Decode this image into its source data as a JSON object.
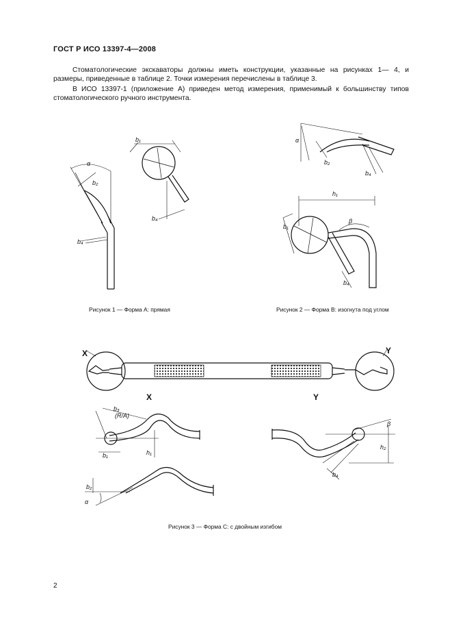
{
  "header": {
    "standard": "ГОСТ Р ИСО 13397-4—2008"
  },
  "paragraphs": [
    "Стоматологические экскаваторы должны иметь конструкции, указанные на рисунках 1— 4, и размеры, приведенные в таблице 2. Точки измерения перечислены в таблице 3.",
    "В ИСО 13397-1 (приложение А) приведен метод измерения, применимый к большинству типов стоматологического ручного инструмента."
  ],
  "figures": {
    "fig1": {
      "caption": "Рисунок 1 — Форма А: прямая",
      "labels": {
        "alpha": "α",
        "b2": "b₂",
        "b1": "b₁",
        "b4": "b₄",
        "b4b": "b₄"
      }
    },
    "fig2": {
      "caption": "Рисунок 2 — Форма В: изогнута под углом",
      "labels": {
        "alpha": "α",
        "b2": "b₂",
        "b4": "b₄",
        "h1": "h₁",
        "b1": "b₁",
        "beta": "β",
        "b4b": "b₄"
      }
    },
    "fig3": {
      "caption": "Рисунок 3 — Форма С: с двойным изгибом",
      "labels": {
        "X": "X",
        "Y": "Y",
        "Xdetail": "X",
        "Ydetail": "Y",
        "b3": "b₃",
        "ra": "(R/A)",
        "b1": "b₁",
        "h1": "h₁",
        "beta": "β",
        "h2": "h₂",
        "b4": "b₄",
        "b2": "b₂",
        "alpha": "α"
      }
    }
  },
  "page_number": "2"
}
